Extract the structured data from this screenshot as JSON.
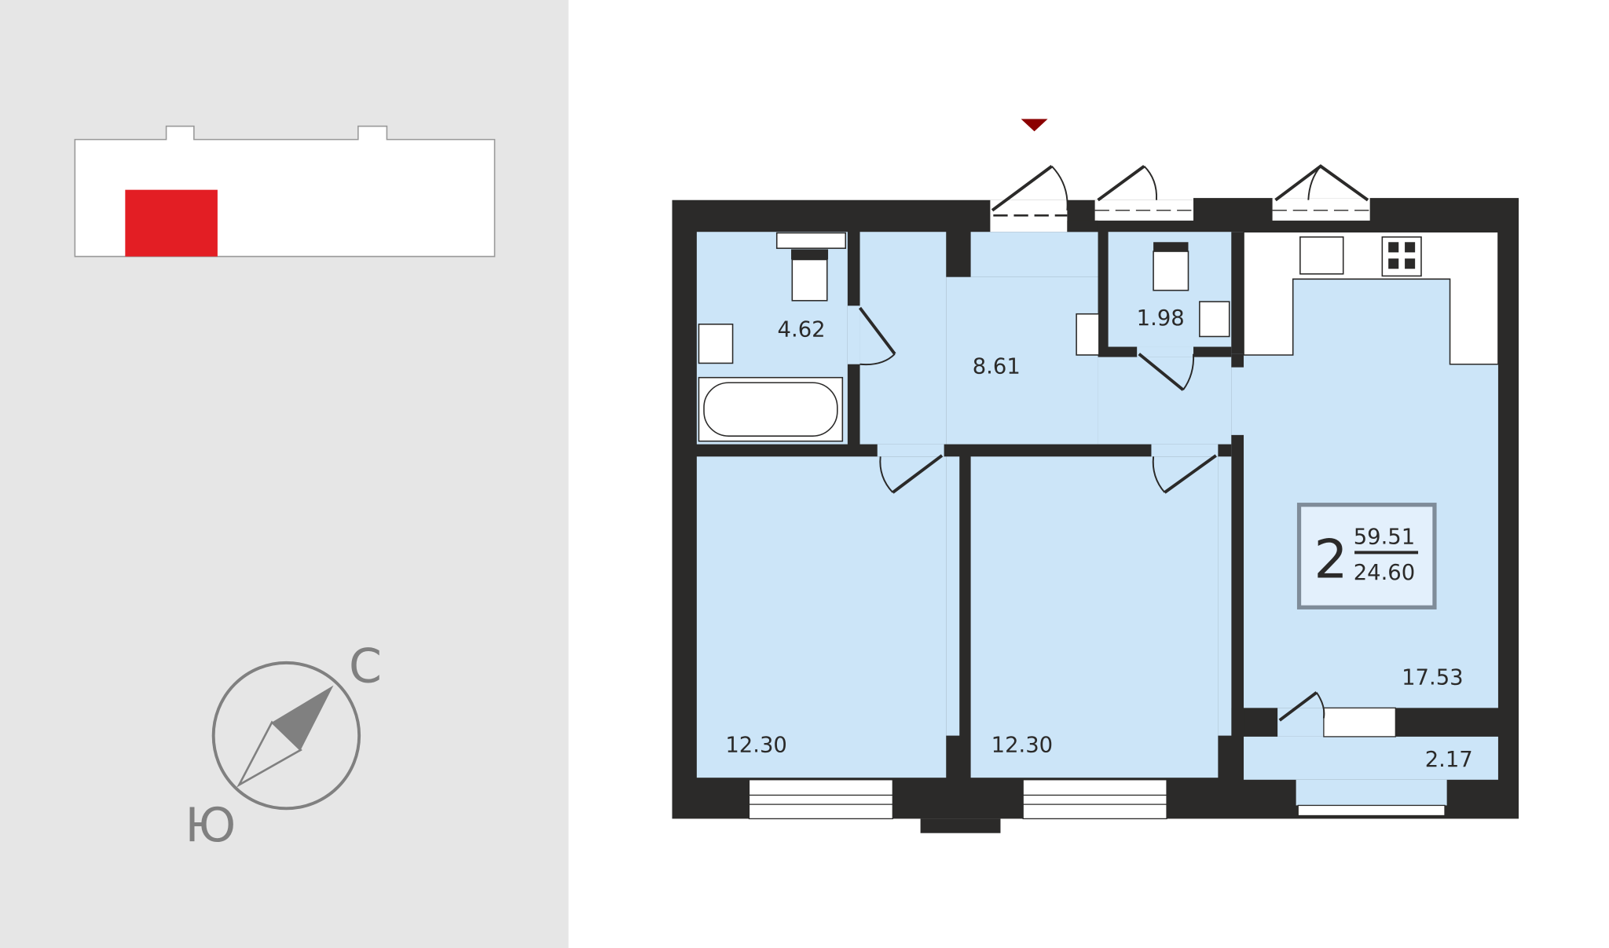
{
  "compass": {
    "north": "С",
    "south": "Ю"
  },
  "apartment": {
    "rooms_count": "2",
    "total_area": "59.51",
    "living_area": "24.60"
  },
  "rooms": {
    "bathroom": "4.62",
    "hall": "8.61",
    "wc": "1.98",
    "kitchen_living": "17.53",
    "bedroom_1": "12.30",
    "bedroom_2": "12.30",
    "balcony": "2.17"
  },
  "colors": {
    "highlight": "#e31e24",
    "room_fill": "#cce5f8",
    "wall": "#2b2a29",
    "entrance_marker": "#8b0000"
  }
}
